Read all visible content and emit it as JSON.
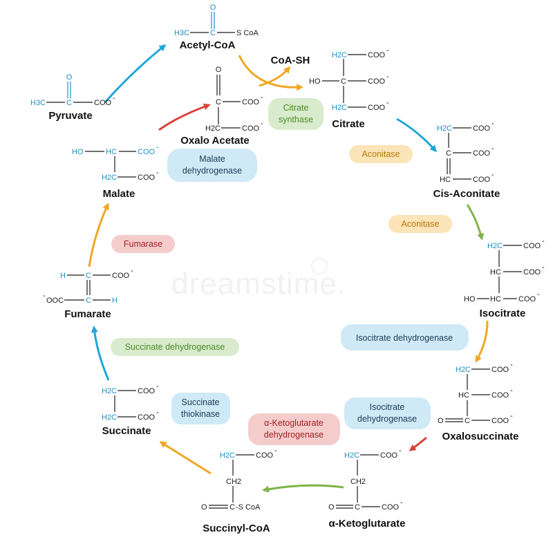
{
  "watermark": "dreamstime.",
  "colors": {
    "blue_arrow": "#1ea6db",
    "orange_arrow": "#f0a623",
    "green_arrow": "#7cb447",
    "red_arrow": "#d9443a",
    "blue_pill": "#cfe9f6",
    "orange_pill": "#fbe4b8",
    "green_pill": "#d8ebcc",
    "red_pill": "#f4cccc"
  },
  "molecules": {
    "acetyl_coa": {
      "name": "Acetyl-CoA",
      "ch3": "H3C",
      "c": "C",
      "o": "O",
      "scoa": "S CoA"
    },
    "coa_sh": {
      "name": "CoA-SH"
    },
    "pyruvate": {
      "name": "Pyruvate",
      "ch3": "H3C",
      "c": "C",
      "o": "O",
      "coo": "COO"
    },
    "oxaloacetate": {
      "name": "Oxalo Acetate",
      "o": "O",
      "c": "C",
      "coo1": "COO",
      "ch2": "H2C",
      "coo2": "COO"
    },
    "citrate": {
      "name": "Citrate",
      "ch2a": "H2C",
      "cooa": "COO",
      "ho": "HO",
      "c": "C",
      "coob": "COO",
      "ch2b": "H2C",
      "cooc": "COO"
    },
    "cis_aconitate": {
      "name": "Cis-Aconitate",
      "ch2": "H2C",
      "cooa": "COO",
      "c": "C",
      "coob": "COO",
      "hc": "HC",
      "cooc": "COO"
    },
    "isocitrate": {
      "name": "Isocitrate",
      "ch2": "H2C",
      "cooa": "COO",
      "hc": "HC",
      "coob": "COO",
      "ho": "HO",
      "hc2": "HC",
      "cooc": "COO"
    },
    "oxalosuccinate": {
      "name": "Oxalosuccinate",
      "ch2": "H2C",
      "cooa": "COO",
      "hc": "HC",
      "coob": "COO",
      "o": "O",
      "c": "C",
      "cooc": "COO"
    },
    "a_ketoglutarate": {
      "name": "α-Ketoglutarate",
      "ch2a": "H2C",
      "cooa": "COO",
      "ch2b": "CH2",
      "o": "O",
      "c": "C",
      "coob": "COO"
    },
    "succinyl_coa": {
      "name": "Succinyl-CoA",
      "ch2a": "H2C",
      "coo": "COO",
      "ch2b": "CH2",
      "o": "O",
      "c": "C",
      "scoa": "-S CoA"
    },
    "succinate": {
      "name": "Succinate",
      "ch2a": "H2C",
      "cooa": "COO",
      "ch2b": "H2C",
      "coob": "COO"
    },
    "fumarate": {
      "name": "Fumarate",
      "h1": "H",
      "c1": "C",
      "coo1": "COO",
      "ooc": "OOC",
      "c2": "C",
      "h2": "H"
    },
    "malate": {
      "name": "Malate",
      "ho": "HO",
      "hc": "HC",
      "cooa": "COO",
      "ch2": "H2C",
      "coob": "COO"
    }
  },
  "superscripts": {
    "minus": "-"
  },
  "enzymes": {
    "citrate_synthase": [
      "Citrate",
      "synthase"
    ],
    "aconitase_1": [
      "Aconitase"
    ],
    "aconitase_2": [
      "Aconitase"
    ],
    "isocitrate_dh_1": [
      "Isocitrate dehydrogenase"
    ],
    "isocitrate_dh_2": [
      "Isocitrate",
      "dehydrogenase"
    ],
    "a_kg_dh": [
      "α-Ketoglutarate",
      "dehydrogenase"
    ],
    "succinate_thiokinase": [
      "Succinate",
      "thiokinase"
    ],
    "succinate_dh": [
      "Succinate dehydrogenase"
    ],
    "fumarase": [
      "Fumarase"
    ],
    "malate_dh": [
      "Malate",
      "dehydrogenase"
    ]
  }
}
